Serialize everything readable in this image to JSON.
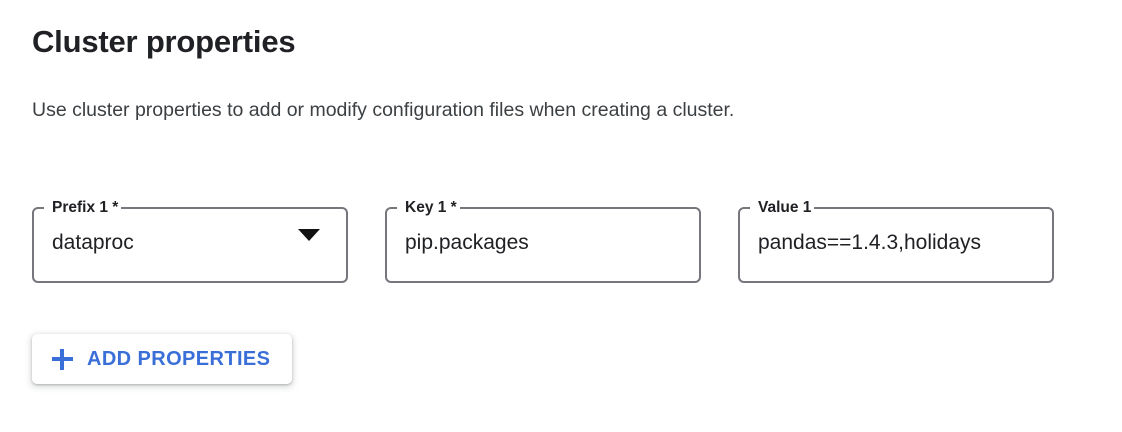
{
  "section": {
    "title": "Cluster properties",
    "description": "Use cluster properties to add or modify configuration files when creating a cluster."
  },
  "fields": [
    {
      "name": "prefix",
      "label": "Prefix 1 *",
      "value": "dataproc",
      "control": "select",
      "required": true,
      "icon": "chevron-down-icon"
    },
    {
      "name": "key",
      "label": "Key 1 *",
      "value": "pip.packages",
      "control": "text",
      "required": true
    },
    {
      "name": "value",
      "label": "Value 1",
      "value": "pandas==1.4.3,holidays",
      "control": "text",
      "required": false
    }
  ],
  "actions": {
    "add_properties_label": "ADD PROPERTIES",
    "add_properties_icon": "plus-icon"
  },
  "colors": {
    "accent_blue": "#3b6fd8",
    "text_primary": "#202124",
    "text_secondary": "#3c4043",
    "field_border": "#75777d",
    "background": "#ffffff"
  }
}
